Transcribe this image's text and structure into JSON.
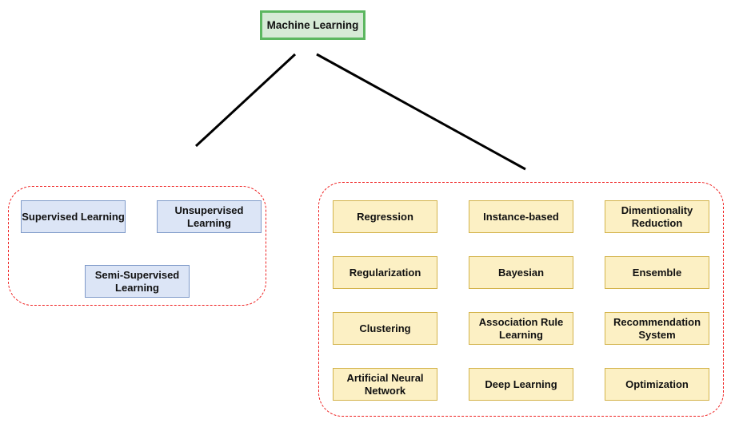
{
  "diagram": {
    "title_node": {
      "label": "Machine Learning",
      "fill": "#d6ead6",
      "stroke": "#5cb760"
    },
    "clusters": [
      {
        "name": "learning-paradigms-cluster",
        "stroke": "#ef2020",
        "style": "dashed",
        "nodes": [
          {
            "label": "Supervised Learning"
          },
          {
            "label": "Unsupervised Learning"
          },
          {
            "label": "Semi-Supervised Learning"
          }
        ]
      },
      {
        "name": "algorithm-families-cluster",
        "stroke": "#ef2020",
        "style": "dashed",
        "nodes": [
          {
            "label": "Regression"
          },
          {
            "label": "Instance-based"
          },
          {
            "label": "Dimentionality Reduction"
          },
          {
            "label": "Regularization"
          },
          {
            "label": "Bayesian"
          },
          {
            "label": "Ensemble"
          },
          {
            "label": "Clustering"
          },
          {
            "label": "Association Rule Learning"
          },
          {
            "label": "Recommendation System"
          },
          {
            "label": "Artificial Neural Network"
          },
          {
            "label": "Deep Learning"
          },
          {
            "label": "Optimization"
          }
        ]
      }
    ],
    "edges": [
      {
        "name": "edge-root-to-paradigms",
        "color": "#000000"
      },
      {
        "name": "edge-root-to-families",
        "color": "#000000"
      }
    ],
    "palette": {
      "blue_fill": "#dce5f6",
      "blue_stroke": "#7f9ac9",
      "yellow_fill": "#fcf0c4",
      "yellow_stroke": "#d3b34a",
      "green_fill": "#d6ead6",
      "green_stroke": "#5cb760",
      "cluster_stroke": "#ef2020",
      "edge_color": "#000000"
    }
  }
}
